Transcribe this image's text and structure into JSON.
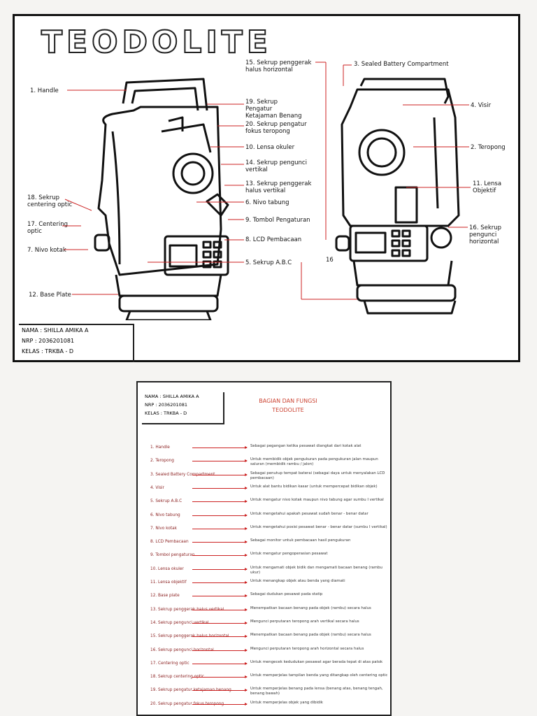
{
  "sheet1": {
    "title": "TEODOLITE",
    "left_labels": [
      {
        "text": "1. Handle"
      },
      {
        "text": "18. Sekrup\ncentering optic"
      },
      {
        "text": "17. Centering\noptic"
      },
      {
        "text": "7. Nivo kotak"
      },
      {
        "text": "12. Base Plate"
      }
    ],
    "middle_labels": [
      {
        "text": "15. Sekrup penggerak\nhalus horizontal"
      },
      {
        "text": "19. Sekrup\nPengatur\nKetajaman Benang"
      },
      {
        "text": "20. Sekrup pengatur\nfokus teropong"
      },
      {
        "text": "10. Lensa okuler"
      },
      {
        "text": "14. Sekrup pengunci\nvertikal"
      },
      {
        "text": "13. Sekrup penggerak\nhalus vertikal"
      },
      {
        "text": "6. Nivo tabung"
      },
      {
        "text": "9. Tombol Pengaturan"
      },
      {
        "text": "8. LCD Pembacaan"
      },
      {
        "text": "5. Sekrup A.B.C"
      }
    ],
    "right_labels": [
      {
        "text": "3. Sealed Battery Compartment"
      },
      {
        "text": "4. Visir"
      },
      {
        "text": "2. Teropong"
      },
      {
        "text": "11. Lensa\nObjektif"
      },
      {
        "text": "16. Sekrup\npengunci\nhorizontal"
      }
    ],
    "marker_16": "16",
    "info": {
      "nama_label": "NAMA",
      "nama": ": SHILLA AMIKA A",
      "nrp_label": "NRP",
      "nrp": ": 2036201081",
      "kelas_label": "KELAS",
      "kelas": ": TRKBA - D"
    }
  },
  "sheet2": {
    "info": {
      "nama_label": "NAMA",
      "nama": ": SHILLA AMIKA A",
      "nrp_label": "NRP",
      "nrp": ": 2036201081",
      "kelas_label": "KELAS",
      "kelas": ": TRKBA - D"
    },
    "title_line1": "BAGIAN DAN FUNGSI",
    "title_line2": "TEODOLITE",
    "rows": [
      {
        "name": "1. Handle",
        "func": "Sebagai pegangan ketika pesawat diangkat dari kotak alat"
      },
      {
        "name": "2. Teropong",
        "func": "Untuk membidik objek pengukuran pada pengukuran jalan maupun saluran (membidik rambu / jalon)"
      },
      {
        "name": "3. Sealed Battery Compartment",
        "func": "Sebagai penutup tempat baterai (sebagai daya untuk menyalakan LCD pembacaan)"
      },
      {
        "name": "4. Visir",
        "func": "Untuk alat bantu bidikan kasar (untuk mempercepat bidikan objek)"
      },
      {
        "name": "5. Sekrup A.B.C",
        "func": "Untuk mengatur nivo kotak maupun nivo tabung agar sumbu I vertikal"
      },
      {
        "name": "6. Nivo tabung",
        "func": "Untuk mengetahui apakah pesawat sudah benar - benar datar"
      },
      {
        "name": "7. Nivo kotak",
        "func": "Untuk mengetahui posisi pesawat benar - benar datar (sumbu I vertikal)"
      },
      {
        "name": "8. LCD Pembacaan",
        "func": "Sebagai monitor untuk pembacaan hasil pengukuran"
      },
      {
        "name": "9. Tombol pengaturan",
        "func": "Untuk mengatur pengoperasian pesawat"
      },
      {
        "name": "10. Lensa okuler",
        "func": "Untuk mengamati objek bidik dan mengamati bacaan benang (rambu ukur)"
      },
      {
        "name": "11. Lensa objektif",
        "func": "Untuk menangkap objek atau benda yang diamati"
      },
      {
        "name": "12. Base plate",
        "func": "Sebagai dudukan pesawat pada statip"
      },
      {
        "name": "13. Sekrup penggerak halus vertikal",
        "func": "Menempatkan bacaan benang pada objek (rambu) secara halus"
      },
      {
        "name": "14. Sekrup pengunci vertikal",
        "func": "Mengunci perputaran teropong arah vertikal secara halus"
      },
      {
        "name": "15. Sekrup penggerak halus horizontal",
        "func": "Menempatkan bacaan benang pada objek (rambu) secara halus"
      },
      {
        "name": "16. Sekrup pengunci horizontal",
        "func": "Mengunci perputaran teropong arah horizontal secara halus"
      },
      {
        "name": "17. Centering optic",
        "func": "Untuk mengecek kedudukan pesawat agar berada tepat di atas patok"
      },
      {
        "name": "18. Sekrup centering optic",
        "func": "Untuk memperjelas tampilan benda yang ditangkap oleh centering optic"
      },
      {
        "name": "19. Sekrup pengatur ketajaman benang",
        "func": "Untuk memperjelas benang pada lensa (benang atas, benang tengah, benang bawah)"
      },
      {
        "name": "20. Sekrup pengatur fokus teropong",
        "func": "Untuk memperjelas objek yang dibidik"
      }
    ]
  }
}
